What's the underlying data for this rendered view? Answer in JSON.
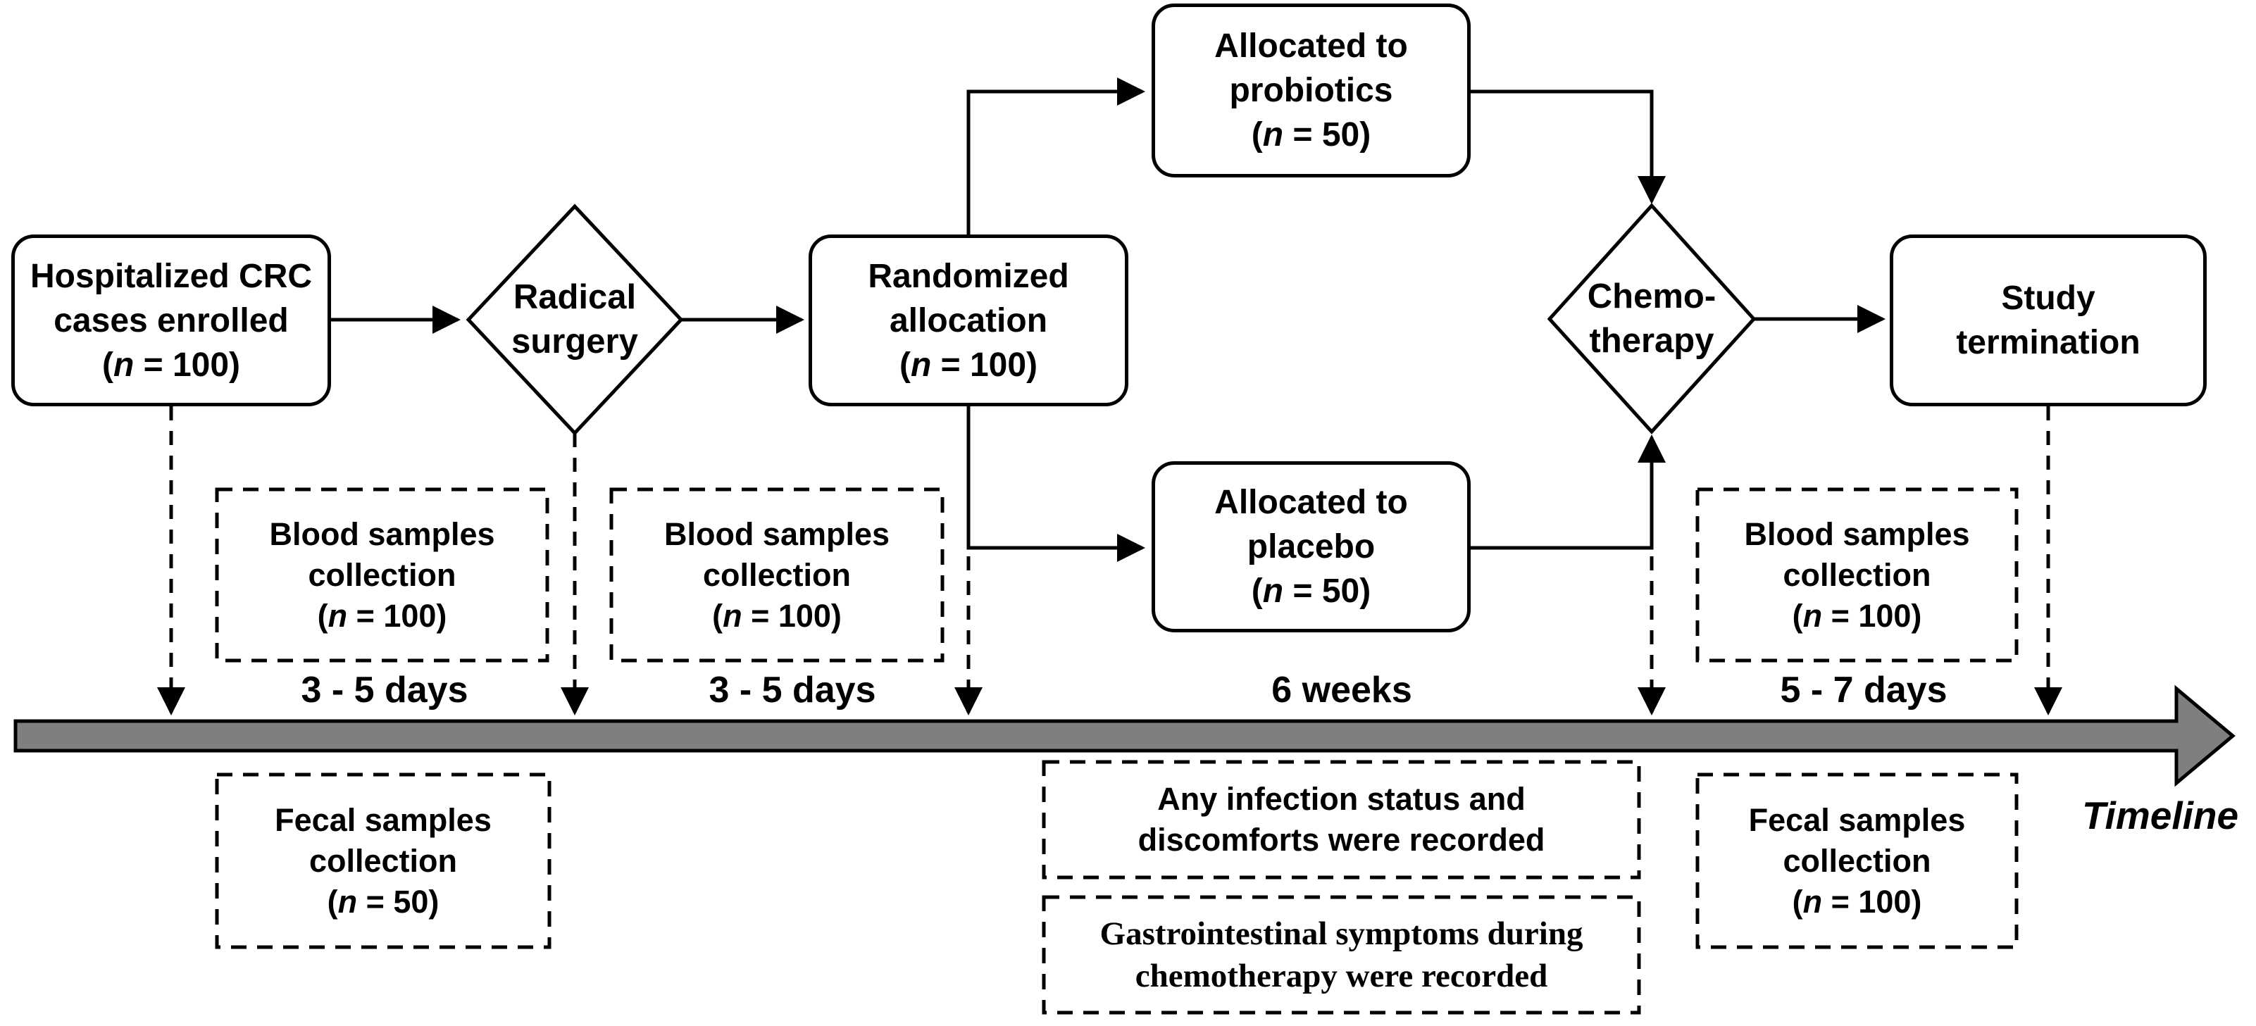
{
  "diagram": {
    "background": "#ffffff",
    "line_color": "#000000",
    "timeline_bar_color": "#7f7f7f"
  },
  "nodes": {
    "enrolled": {
      "line1": "Hospitalized CRC",
      "line2": "cases enrolled",
      "n": {
        "pre": "(",
        "it": "n",
        "post": " = 100)"
      }
    },
    "surgery": {
      "line1": "Radical",
      "line2": "surgery"
    },
    "randomized": {
      "line1": "Randomized",
      "line2": "allocation",
      "n": {
        "pre": "(",
        "it": "n",
        "post": " = 100)"
      }
    },
    "probiotics": {
      "line1": "Allocated to",
      "line2": "probiotics",
      "n": {
        "pre": "(",
        "it": "n",
        "post": " = 50)"
      }
    },
    "placebo": {
      "line1": "Allocated to",
      "line2": "placebo",
      "n": {
        "pre": "(",
        "it": "n",
        "post": " = 50)"
      }
    },
    "chemotherapy": {
      "line1": "Chemo-",
      "line2": "therapy"
    },
    "termination": {
      "line1": "Study",
      "line2": "termination"
    }
  },
  "annotations": {
    "blood_presurgery": {
      "line1": "Blood samples",
      "line2": "collection",
      "n": {
        "pre": "(",
        "it": "n",
        "post": " = 100)"
      }
    },
    "blood_postsurgery": {
      "line1": "Blood samples",
      "line2": "collection",
      "n": {
        "pre": "(",
        "it": "n",
        "post": " = 100)"
      }
    },
    "blood_postchemo": {
      "line1": "Blood samples",
      "line2": "collection",
      "n": {
        "pre": "(",
        "it": "n",
        "post": " = 100)"
      }
    },
    "fecal_presurgery": {
      "line1": "Fecal samples",
      "line2": "collection",
      "n": {
        "pre": "(",
        "it": "n",
        "post": " = 50)"
      }
    },
    "fecal_postchemo": {
      "line1": "Fecal samples",
      "line2": "collection",
      "n": {
        "pre": "(",
        "it": "n",
        "post": " = 100)"
      }
    },
    "infection": {
      "line1": "Any infection status and",
      "line2": "discomforts were recorded"
    },
    "gastro": {
      "line1": "Gastrointestinal symptoms during",
      "line2": "chemotherapy were recorded"
    }
  },
  "timeline": {
    "intervals": [
      "3 - 5 days",
      "3 - 5 days",
      "6 weeks",
      "5 - 7 days"
    ],
    "title": "Timeline"
  }
}
